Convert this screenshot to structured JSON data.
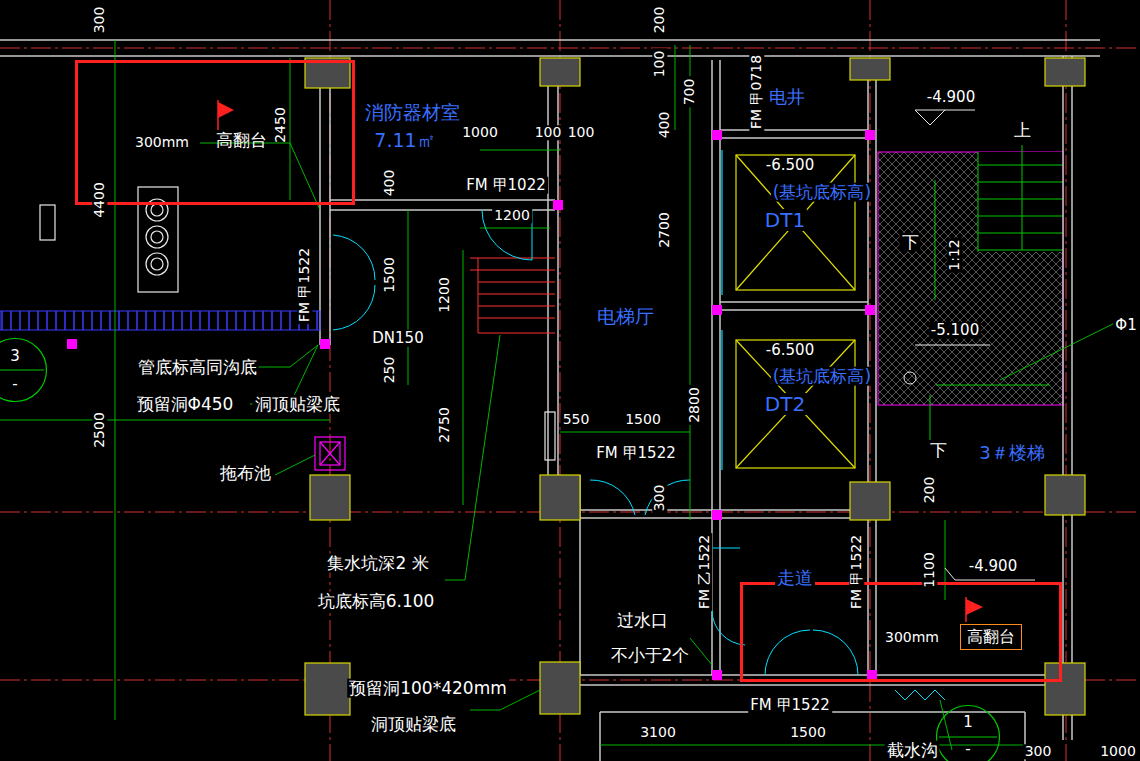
{
  "diagram": {
    "nodes": [
      {
        "text": [
          "2450",
          "高翻台",
          "300mm"
        ]
      },
      {
        "text": [
          "300mm"
        ]
      },
      {
        "text": [
          "高翻台"
        ],
        "in": 1
      },
      {
        "text": [
          "3",
          "-"
        ]
      },
      {
        "text": [
          "1",
          "-"
        ]
      }
    ],
    "labels": [
      "300",
      "200",
      "100",
      "700",
      "FM 甲0718",
      "电井",
      "-4.900",
      "上",
      "Φ1",
      "消防器材室",
      "7.11㎡",
      "1000",
      "100",
      "100",
      "400",
      "400",
      "FM 甲1022",
      "-6.500",
      "(基坑底标高)",
      "DT1",
      "2700",
      "4400",
      "1200",
      "FM 甲1522",
      "1500",
      "1200",
      "下",
      "1:12",
      "电梯厅",
      "-6.500",
      "(基坑底标高)",
      "DT2",
      "-5.100",
      "DN150",
      "250",
      "管底标高同沟底",
      "预留洞Φ450",
      "洞顶贴梁底",
      "2750",
      "2800",
      "2500",
      "550",
      "1500",
      "FM 甲1522",
      "下",
      "3＃楼梯",
      "拖布池",
      "300",
      "200",
      "集水坑深2 米",
      "坑底标高6.100",
      "走道",
      "-4.900",
      "FM 乙1522",
      "FM 甲1522",
      "1100",
      "过水口",
      "不小于2个",
      "预留洞100*420mm",
      "洞顶贴梁底",
      "FM 甲1522",
      "3100",
      "1500",
      "截水沟",
      "300",
      "1000"
    ]
  }
}
